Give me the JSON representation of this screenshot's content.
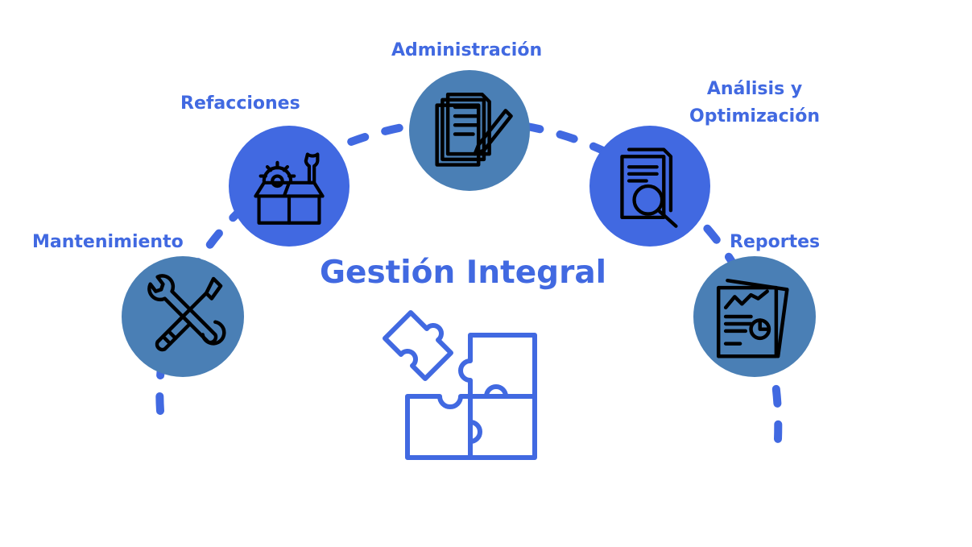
{
  "title": "Gestión Integral",
  "nodes": [
    {
      "id": "mantenimiento",
      "label": "Mantenimiento",
      "icon": "wrench-screwdriver-icon",
      "color": "#4a7fb5"
    },
    {
      "id": "refacciones",
      "label": "Refacciones",
      "icon": "parts-box-icon",
      "color": "#4169e1"
    },
    {
      "id": "administracion",
      "label": "Administración",
      "icon": "document-pen-icon",
      "color": "#4a7fb5"
    },
    {
      "id": "analisis",
      "label_line1": "Análisis y",
      "label_line2": "Optimización",
      "icon": "document-magnifier-icon",
      "color": "#4169e1"
    },
    {
      "id": "reportes",
      "label": "Reportes",
      "icon": "report-chart-icon",
      "color": "#4a7fb5"
    }
  ],
  "center_icon": "puzzle-icon",
  "colors": {
    "accent": "#4169e1",
    "steel": "#4a7fb5",
    "icon_stroke": "#000000"
  }
}
